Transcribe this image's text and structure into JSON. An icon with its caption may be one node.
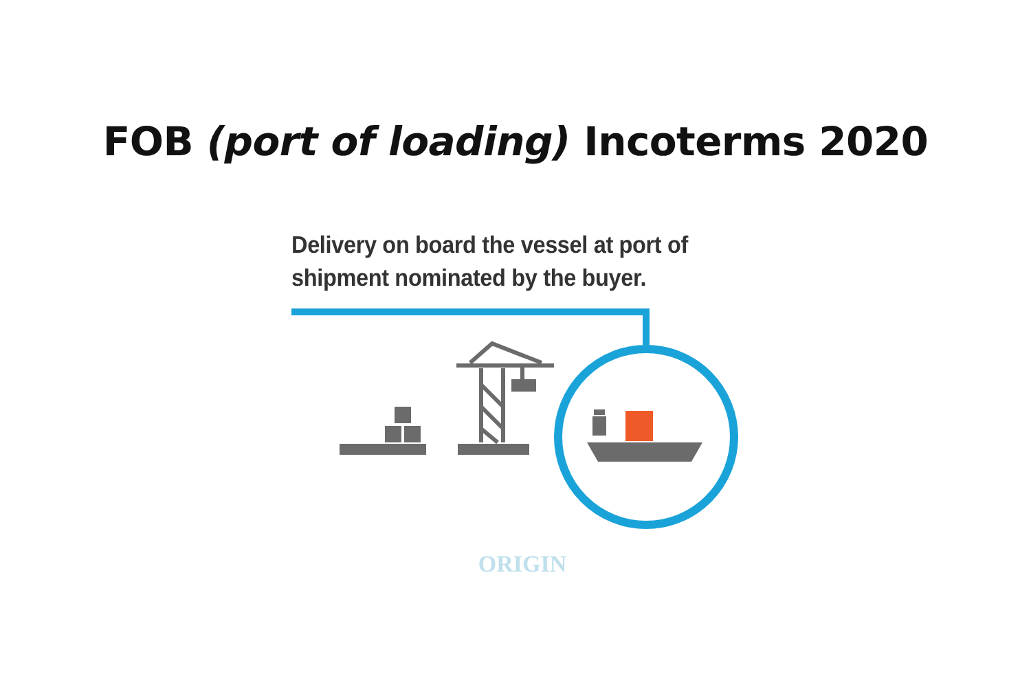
{
  "diagram": {
    "title": "FOB *(port of loading)* Incoterms 2020",
    "nodes": [
      {
        "text": [
          "Delivery on board the vessel at port of shipment nominated by the buyer."
        ]
      },
      {
        "text": [],
        "shape": "circle"
      }
    ],
    "edges": [
      {
        "from": 0,
        "to": 1,
        "arrow": "none"
      }
    ],
    "labels": [
      "ORIGIN"
    ]
  }
}
